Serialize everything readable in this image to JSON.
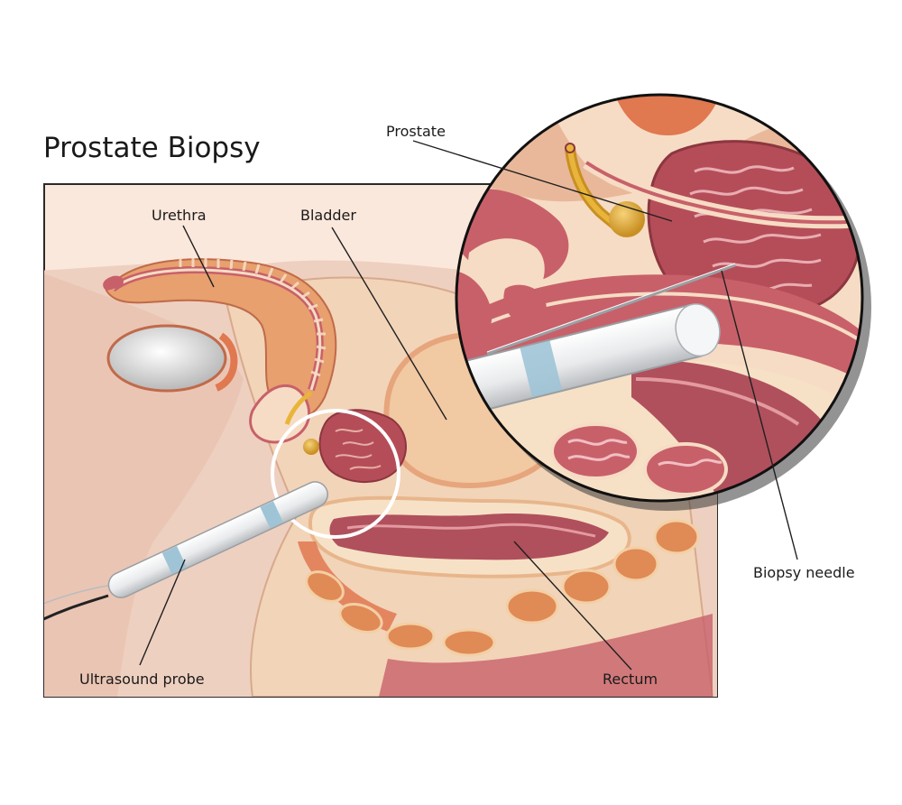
{
  "title": "Prostate Biopsy",
  "labels": {
    "urethra": "Urethra",
    "bladder": "Bladder",
    "prostate": "Prostate",
    "biopsy_needle": "Biopsy needle",
    "ultrasound_probe": "Ultrasound probe",
    "rectum": "Rectum"
  },
  "colors": {
    "skin": "#f3d9c8",
    "panel_bg": "#fbe8dc",
    "tissue_red": "#c8606a",
    "tissue_pale": "#f6dcc4",
    "muscle_orange": "#e07850",
    "prostate_dark": "#b54d58",
    "gland_yellow": "#e8b53a",
    "probe_white": "#eef0f2",
    "probe_blue": "#9fc4d6",
    "outline": "#2a2a2a"
  }
}
